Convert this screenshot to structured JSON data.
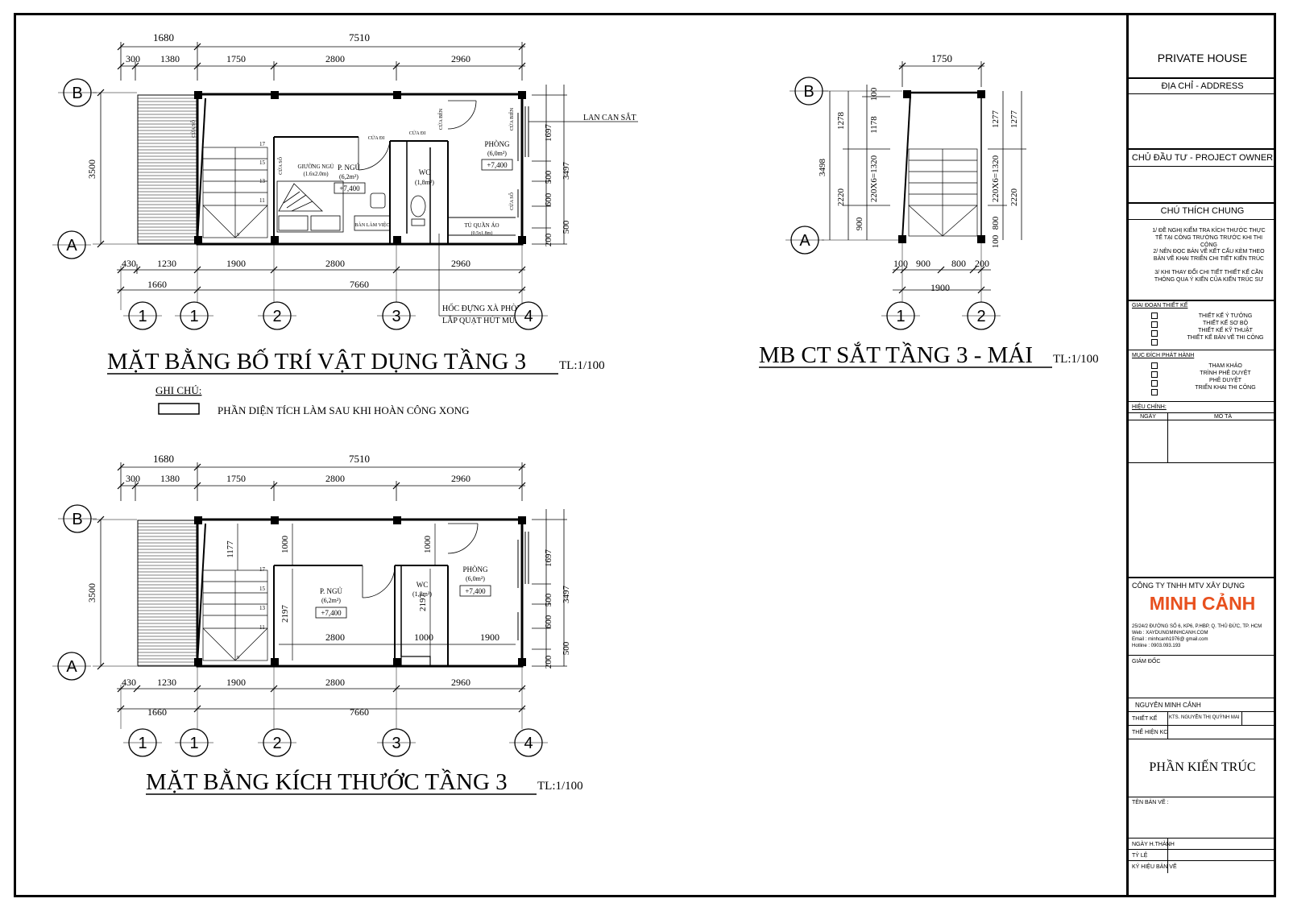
{
  "plan1": {
    "title": "MẶT BẰNG BỐ TRÍ VẬT DỤNG TẦNG 3",
    "scale": "TL:1/100",
    "top_total": [
      "1680",
      "7510"
    ],
    "top_detail": [
      "300",
      "1380",
      "1750",
      "2800",
      "2960"
    ],
    "bottom_detail": [
      "430",
      "1230",
      "1900",
      "2800",
      "2960"
    ],
    "bottom_total": [
      "1660",
      "7660"
    ],
    "left_dim": "3500",
    "right_dims": [
      "1697",
      "500",
      "600",
      "500",
      "200"
    ],
    "right_total": "3497",
    "axes_h": [
      "1",
      "1",
      "2",
      "3",
      "4"
    ],
    "axes_v": [
      "B",
      "A"
    ],
    "rooms": {
      "bedroom": "P. NGỦ",
      "bedroom_area": "(6,2m²)",
      "bedroom_level": "+7,400",
      "bed": "GIƯỜNG NGỦ",
      "bed_size": "(1.6x2.0m)",
      "desk": "BÀN LÀM VIỆC",
      "wc": "WC",
      "wc_area": "(1,8m²)",
      "room": "PHÒNG",
      "room_area": "(6,0m²)",
      "room_level": "+7,400",
      "wardrobe": "TỦ QUẦN ÁO",
      "wardrobe_size": "(0.5x1.8m)",
      "door1": "CỬA ĐI",
      "door2": "CỬA ĐI",
      "window1": "CỬA SỔ",
      "window2": "CỬA SỔ",
      "window3": "CỬA SỔ",
      "door_balcony": "CỬA BÊN",
      "balcony_door": "CỬA BIÊN"
    },
    "note_railing": "LAN CAN SẮT",
    "note_niche1": "HỐC ĐỰNG XÀ PHÒNG",
    "note_niche2": "LẮP QUẠT HÚT MÙI",
    "stair_steps": [
      "17",
      "15",
      "13",
      "11",
      "9"
    ]
  },
  "legend": {
    "heading": "GHI CHÚ:",
    "item": "PHẦN DIỆN TÍCH LÀM  SAU KHI HOÀN CÔNG XONG"
  },
  "plan2": {
    "title": "MẶT BẰNG KÍCH THƯỚC TẦNG 3",
    "scale": "TL:1/100",
    "top_total": [
      "1680",
      "7510"
    ],
    "top_detail": [
      "300",
      "1380",
      "1750",
      "2800",
      "2960"
    ],
    "bottom_detail": [
      "430",
      "1230",
      "1900",
      "2800",
      "2960"
    ],
    "bottom_total": [
      "1660",
      "7660"
    ],
    "left_dim": "3500",
    "right_dims": [
      "1697",
      "500",
      "600",
      "500",
      "200"
    ],
    "right_total": "3497",
    "inner_dims": [
      "1177",
      "1000",
      "1000",
      "2197",
      "2197",
      "2800",
      "1000",
      "1900"
    ],
    "axes_h": [
      "1",
      "1",
      "2",
      "3",
      "4"
    ],
    "axes_v": [
      "B",
      "A"
    ],
    "bedroom": "P. NGỦ",
    "bedroom_area": "(6,2m²)",
    "bedroom_level": "+7,400",
    "wc": "WC",
    "wc_area": "(1,8m²)",
    "room": "PHÒNG",
    "room_area": "(6,0m²)",
    "room_level": "+7,400",
    "stair_steps": [
      "17",
      "15",
      "13",
      "11",
      "9"
    ]
  },
  "plan3": {
    "title": "MB CT SẮT TẦNG 3 - MÁI",
    "scale": "TL:1/100",
    "top_dim": "1750",
    "bottom_detail": [
      "100",
      "900",
      "800",
      "200"
    ],
    "bottom_total": "1900",
    "left_dims_outer": "3498",
    "left_dims": [
      "1278",
      "2220",
      "900"
    ],
    "left_inner": [
      "100",
      "1178",
      "220X6=1320"
    ],
    "right_dims": [
      "1277",
      "2220"
    ],
    "right_inner": [
      "1277",
      "220X6=1320",
      "800",
      "100"
    ],
    "axes_h": [
      "1",
      "2"
    ],
    "axes_v": [
      "B",
      "A"
    ]
  },
  "titleblock": {
    "project": "PRIVATE HOUSE",
    "address": "ĐỊA CHỈ - ADDRESS",
    "owner": "CHỦ ĐẦU TƯ - PROJECT OWNER",
    "general_notes": "CHÚ THÍCH CHUNG",
    "notes": [
      "1/ ĐỀ NGHỊ KIỂM TRA KÍCH THƯỚC THỰC TẾ TẠI CÔNG TRƯỜNG TRƯỚC KHI THI CÔNG",
      "2/ NÊN ĐỌC BẢN VẼ KẾT CẤU KÈM THEO BẢN VẼ KHAI TRIỂN CHI TIẾT KIẾN TRÚC",
      "3/ KHI THAY ĐỔI CHI TIẾT THIẾT KẾ CẦN THÔNG QUA Ý KIẾN CỦA KIẾN TRÚC SƯ"
    ],
    "design_stage": "GIAI ĐOẠN THIẾT KẾ",
    "design_items": [
      "THIẾT KẾ Ý TƯỞNG",
      "THIẾT KẾ SƠ BỘ",
      "THIẾT KẾ KỸ THUẬT",
      "THIẾT KẾ BẢN VẼ THI CÔNG"
    ],
    "issue_purpose": "MỤC ĐÍCH PHÁT HÀNH",
    "issue_items": [
      "THAM KHẢO",
      "TRÌNH PHÊ DUYỆT",
      "PHÊ DUYỆT",
      "TRIỂN KHAI THI CÔNG"
    ],
    "revision": "HIỆU CHỈNH:",
    "rev_cols": [
      "NGÀY",
      "MÔ TẢ"
    ],
    "company": "CÔNG TY TNHH MTV  XÂY DỰNG",
    "brand": "MINH CẢNH",
    "brand_color": "#e8501e",
    "company_lines": [
      "25/24/2 ĐƯỜNG SỐ 6, KP6, P.HBP, Q. THỦ ĐỨC, TP. HCM",
      "Web      : XAYDUNGMINHCANH.COM",
      "Email     : minhcanh1976@ gmail.com",
      "Hotline   : 0903.093.193"
    ],
    "director": "GIÁM ĐỐC",
    "director_name": "NGUYỄN MINH CẢNH",
    "designed_label": "THIẾT KẾ",
    "designed_value": "KTS. NGUYỄN THỊ QUỲNH MAI",
    "drafted_label": "THỂ HIỆN KC",
    "section": "PHẦN KIẾN TRÚC",
    "sheet_name": "TÊN BẢN VẼ :",
    "date_label": "NGÀY H.THÀNH",
    "scale_label": "TỶ LỆ",
    "sheet_no_label": "KÝ HIỆU BẢN VẼ"
  }
}
